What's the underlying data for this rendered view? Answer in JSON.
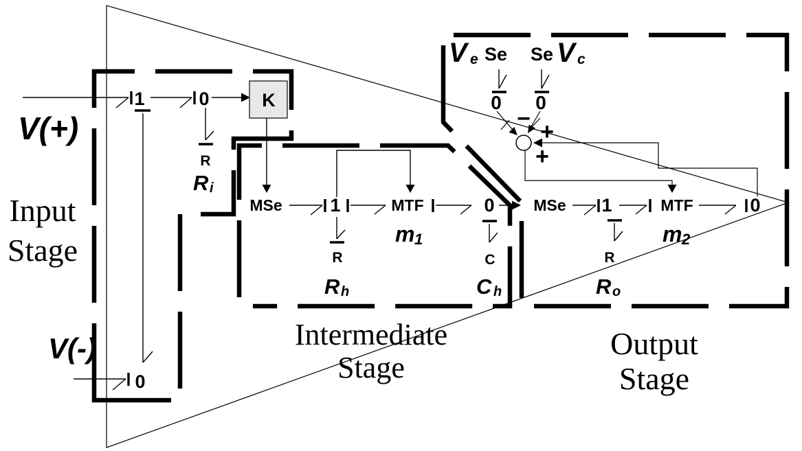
{
  "figure": {
    "background": "#ffffff",
    "line_color": "#000000"
  },
  "stage_titles": {
    "input": {
      "line1": "Input",
      "line2": "Stage"
    },
    "intermediate": {
      "line1": "Intermediate",
      "line2": "Stage"
    },
    "output": {
      "line1": "Output",
      "line2": "Stage"
    }
  },
  "input_stage": {
    "v_plus": "V(+)",
    "v_minus": "V(-)",
    "junction_one": "1",
    "junction_zero": "0",
    "junction_zero_bottom": "0",
    "gain_block": {
      "label": "K",
      "fill": "#e8e8ea",
      "text_color": "#3643a5"
    },
    "resistor": {
      "element": "R",
      "param_base": "R",
      "param_sub": "i"
    }
  },
  "intermediate_stage": {
    "source": "MSe",
    "junction_one": "1",
    "transformer": "MTF",
    "junction_zero": "0",
    "resistor": {
      "element": "R",
      "param_base": "R",
      "param_sub": "h"
    },
    "capacitor": {
      "element": "C",
      "param_base": "C",
      "param_sub": "h"
    },
    "modulus": {
      "base": "m",
      "sub": "1"
    }
  },
  "output_stage": {
    "v_e": {
      "base": "V",
      "sub": "e"
    },
    "se_left": "Se",
    "se_right": "Se",
    "v_c": {
      "base": "V",
      "sub": "c"
    },
    "junction_zero_left": "0",
    "junction_zero_right": "0",
    "sum_minus": "−",
    "sum_plus_upper": "+",
    "sum_plus_lower": "+",
    "source": "MSe",
    "junction_one": "1",
    "transformer": "MTF",
    "junction_zero": "0",
    "resistor": {
      "element": "R",
      "param_base": "R",
      "param_sub": "o"
    },
    "modulus": {
      "base": "m",
      "sub": "2"
    }
  }
}
